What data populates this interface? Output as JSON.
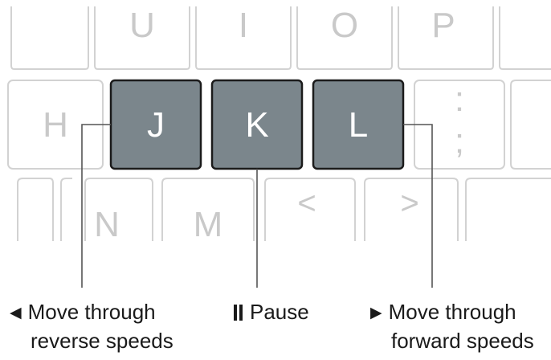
{
  "keyboard": {
    "top_row": [
      "U",
      "I",
      "O",
      "P"
    ],
    "home_row_left": "H",
    "home_row_right_top": ":",
    "home_row_right_bottom": ";",
    "bottom_row": [
      "N",
      "M",
      "<",
      ">"
    ],
    "highlighted_keys": [
      "J",
      "K",
      "L"
    ]
  },
  "captions": {
    "reverse": {
      "icon": "reverse-play-icon",
      "line1": "Move through",
      "line2": "reverse speeds"
    },
    "pause": {
      "icon": "pause-icon",
      "text": "Pause"
    },
    "forward": {
      "icon": "forward-play-icon",
      "line1": "Move through",
      "line2": "forward speeds"
    }
  },
  "colors": {
    "highlight_key_fill": "#7b868c",
    "highlight_key_border": "#1b1b1b",
    "ghost_key_border": "#d2d2d2",
    "ghost_label": "#c9c9c9"
  }
}
